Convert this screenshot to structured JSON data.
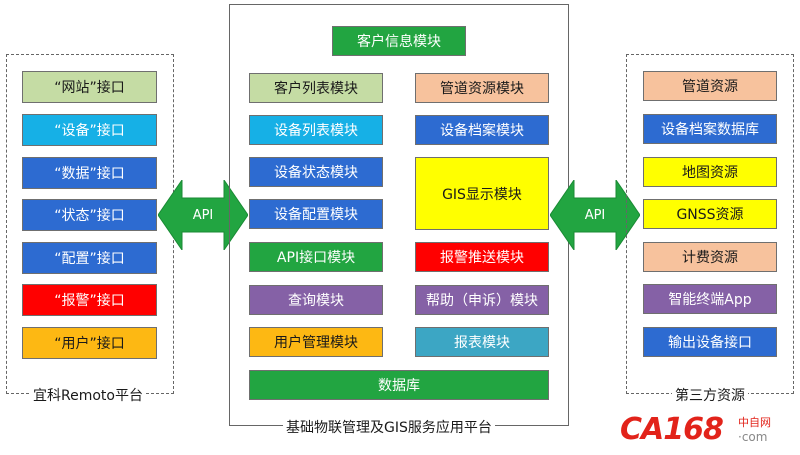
{
  "left_panel": {
    "caption": "宜科Remoto平台",
    "items": [
      {
        "label": "“网站”接口",
        "color": "#c5dca4"
      },
      {
        "label": "“设备”接口",
        "color": "#16b0e6"
      },
      {
        "label": "“数据”接口",
        "color": "#2d6bd1"
      },
      {
        "label": "“状态”接口",
        "color": "#2d6bd1"
      },
      {
        "label": "“配置”接口",
        "color": "#2d6bd1"
      },
      {
        "label": "“报警”接口",
        "color": "#ff0000"
      },
      {
        "label": "“用户”接口",
        "color": "#fdb813"
      }
    ]
  },
  "center_panel": {
    "caption": "基础物联管理及GIS服务应用平台",
    "top": {
      "label": "客户信息模块",
      "color": "#22a541"
    },
    "left_column": [
      {
        "label": "客户列表模块",
        "color": "#c5dca4"
      },
      {
        "label": "设备列表模块",
        "color": "#16b0e6"
      },
      {
        "label": "设备状态模块",
        "color": "#2d6bd1"
      },
      {
        "label": "设备配置模块",
        "color": "#2d6bd1"
      },
      {
        "label": "API接口模块",
        "color": "#22a541"
      },
      {
        "label": "查询模块",
        "color": "#8561a6"
      },
      {
        "label": "用户管理模块",
        "color": "#fdb813"
      }
    ],
    "right_column": [
      {
        "label": "管道资源模块",
        "color": "#f7c29d"
      },
      {
        "label": "设备档案模块",
        "color": "#2d6bd1"
      },
      {
        "label": "GIS显示模块",
        "color": "#ffff00"
      },
      {
        "label": "报警推送模块",
        "color": "#ff0000"
      },
      {
        "label": "帮助（申诉）模块",
        "color": "#8561a6"
      },
      {
        "label": "报表模块",
        "color": "#3ca6c4"
      }
    ],
    "bottom": {
      "label": "数据库",
      "color": "#22a541"
    }
  },
  "right_panel": {
    "caption": "第三方资源",
    "items": [
      {
        "label": "管道资源",
        "color": "#f7c29d"
      },
      {
        "label": "设备档案数据库",
        "color": "#2d6bd1"
      },
      {
        "label": "地图资源",
        "color": "#ffff00"
      },
      {
        "label": "GNSS资源",
        "color": "#ffff00"
      },
      {
        "label": "计费资源",
        "color": "#f7c29d"
      },
      {
        "label": "智能终端App",
        "color": "#8561a6"
      },
      {
        "label": "输出设备接口",
        "color": "#2d6bd1"
      }
    ]
  },
  "arrows": {
    "left_label": "API",
    "right_label": "API",
    "color": "#22a541"
  },
  "watermark": {
    "brand": "CA168.com",
    "subtitle": "中自网",
    "domain": "·com"
  }
}
